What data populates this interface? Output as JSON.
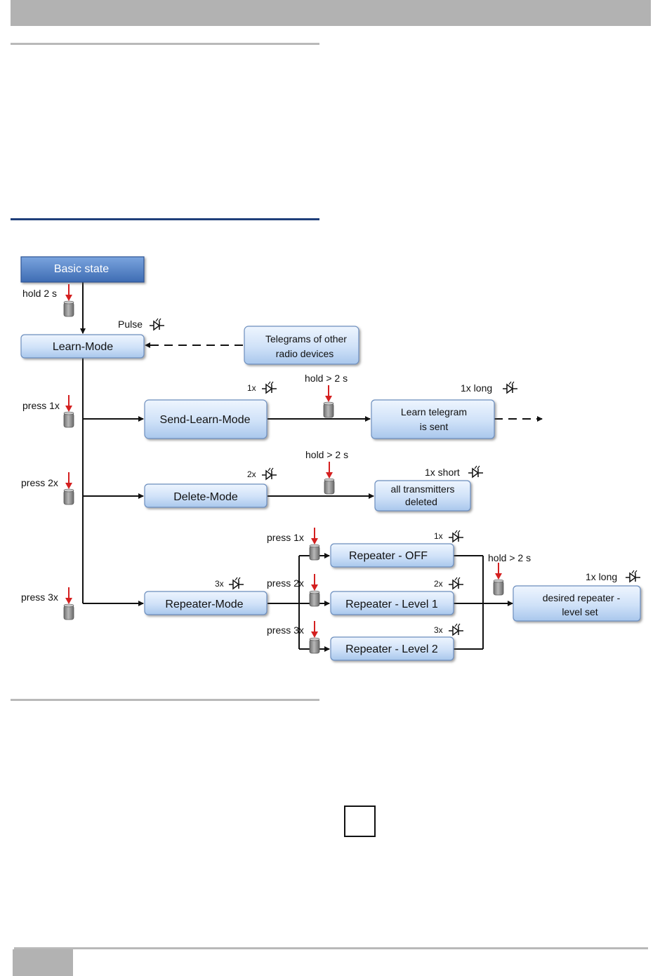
{
  "diagram": {
    "basic_state": "Basic state",
    "learn_mode": "Learn-Mode",
    "telegrams_line1": "Telegrams of other",
    "telegrams_line2": "radio devices",
    "send_learn_mode": "Send-Learn-Mode",
    "learn_telegram_line1": "Learn telegram",
    "learn_telegram_line2": "is sent",
    "delete_mode": "Delete-Mode",
    "all_transmitters_line1": "all transmitters",
    "all_transmitters_line2": "deleted",
    "repeater_mode": "Repeater-Mode",
    "repeater_off": "Repeater - OFF",
    "repeater_level1": "Repeater - Level 1",
    "repeater_level2": "Repeater - Level 2",
    "desired_line1": "desired repeater -",
    "desired_line2": "level set",
    "hold_2s": "hold 2 s",
    "pulse": "Pulse",
    "press_1x": "press 1x",
    "press_2x": "press 2x",
    "press_3x": "press 3x",
    "hold_gt_2s": "hold > 2 s",
    "led_1x": "1x",
    "led_2x": "2x",
    "led_3x": "3x",
    "led_1x_long": "1x long",
    "led_1x_short": "1x short"
  },
  "colors": {
    "header_grey": "#b2b2b2",
    "rule_blue": "#1f3f7a",
    "box_fill_light": "#dceafb",
    "box_fill_dark": "#9cc0ea",
    "basic_state_fill": "#4f7fc4",
    "arrow_red": "#d42020",
    "button_grey": "#8f8f8f"
  },
  "icons": [
    "led-icon",
    "push-button-icon",
    "checkbox-icon"
  ]
}
